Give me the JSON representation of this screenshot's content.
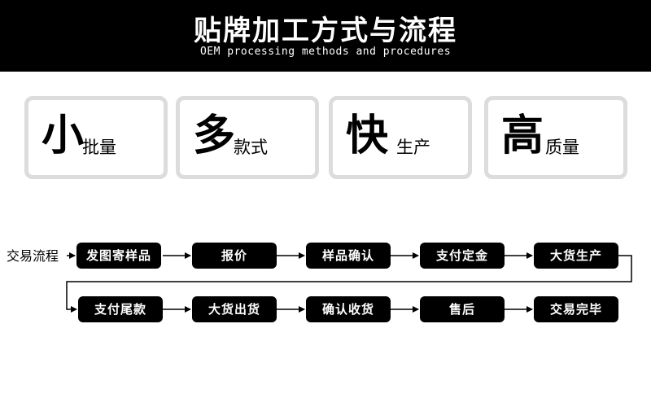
{
  "header": {
    "title": "贴牌加工方式与流程",
    "subtitle": "OEM processing methods and procedures",
    "background_color": "#000000"
  },
  "features": [
    {
      "big": "小",
      "small": "批量"
    },
    {
      "big": "多",
      "small": "款式"
    },
    {
      "big": "快",
      "small": "生产"
    },
    {
      "big": "高",
      "small": "质量"
    }
  ],
  "process": {
    "label": "交易流程",
    "row1": [
      "发图寄样品",
      "报价",
      "样品确认",
      "支付定金",
      "大货生产"
    ],
    "row2": [
      "支付尾款",
      "大货出货",
      "确认收货",
      "售后",
      "交易完毕"
    ]
  }
}
